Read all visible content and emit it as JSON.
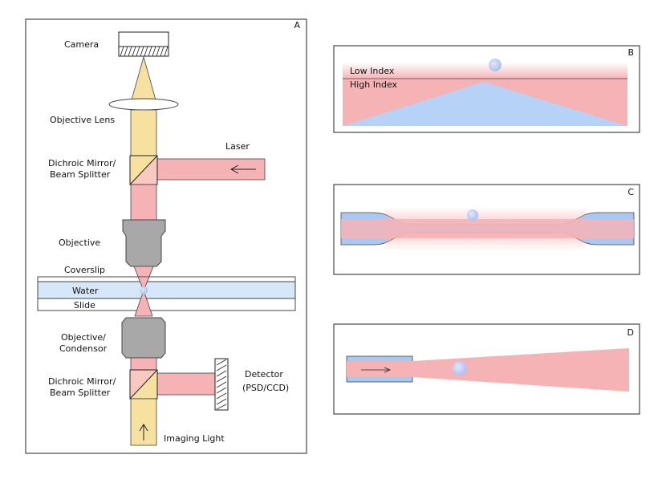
{
  "panels": {
    "a": {
      "letter": "A"
    },
    "b": {
      "letter": "B"
    },
    "c": {
      "letter": "C"
    },
    "d": {
      "letter": "D"
    }
  },
  "labels": {
    "camera": "Camera",
    "objective_lens": "Objective Lens",
    "dichroic_1_line1": "Dichroic Mirror/",
    "dichroic_1_line2": "Beam Splitter",
    "laser": "Laser",
    "objective": "Objective",
    "coverslip": "Coverslip",
    "water": "Water",
    "slide": "Slide",
    "objective_condensor_line1": "Objective/",
    "objective_condensor_line2": "Condensor",
    "dichroic_2_line1": "Dichroic Mirror/",
    "dichroic_2_line2": "Beam Splitter",
    "detector_line1": "Detector",
    "detector_line2": "(PSD/CCD)",
    "imaging_light": "Imaging Light",
    "low_index": "Low Index",
    "high_index": "High Index"
  },
  "colors": {
    "laser_red": "#f6b3b6",
    "imaging_yellow": "#f7e1a1",
    "water_blue": "#d6e7fa",
    "fiber_blue": "#aac8f0",
    "bead": "#b8c8f0",
    "objective_gray": "#a8a8a8"
  }
}
